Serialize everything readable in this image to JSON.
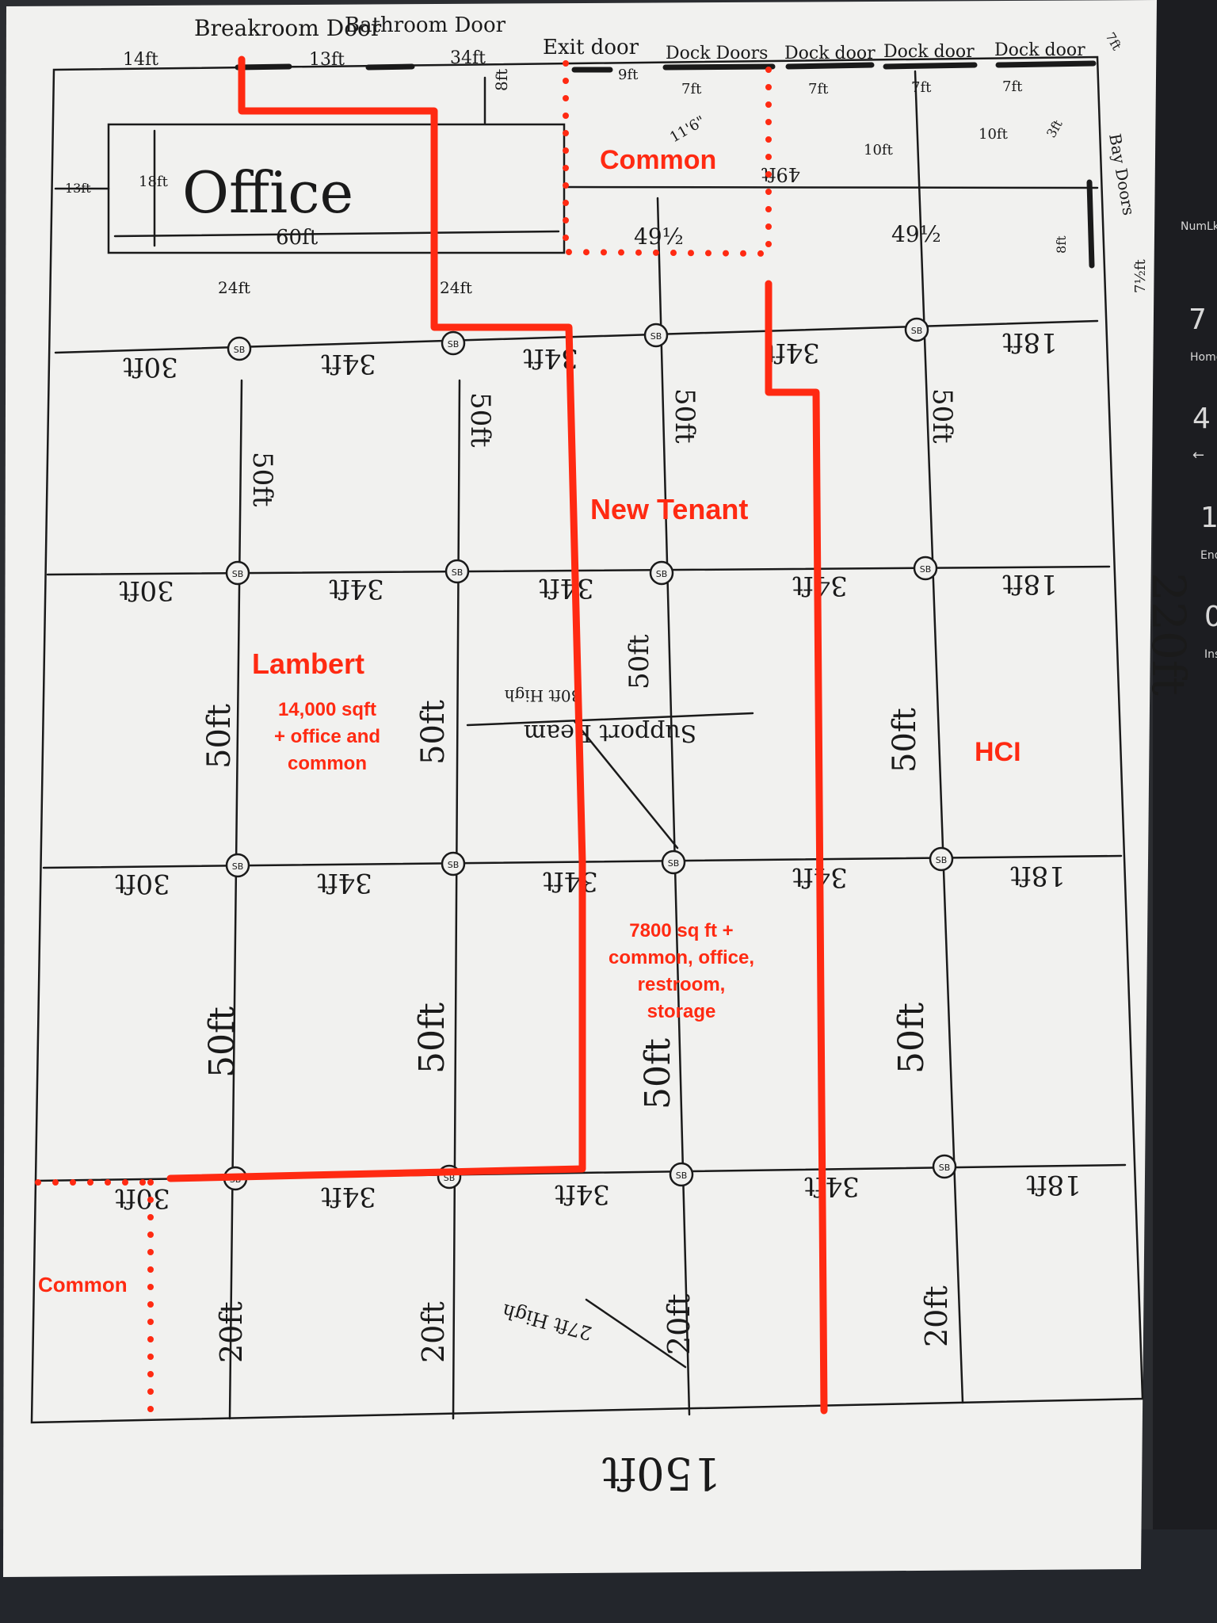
{
  "plan": {
    "header_labels": {
      "breakroom_door": "Breakroom Door",
      "bathroom_door": "Bathroom Door",
      "exit_door": "Exit door",
      "dock_doors": "Dock Doors",
      "dock_door_1": "Dock door",
      "dock_door_2": "Dock door",
      "dock_door_3": "Dock door",
      "bay_doors": "Bay Doors"
    },
    "top_dims": {
      "d14": "14ft",
      "d13a": "13ft",
      "d34": "34ft",
      "d9": "9ft",
      "d7a": "7ft",
      "d7b": "7ft",
      "d7c": "7ft",
      "d7d": "7ft",
      "d7e": "7ft",
      "d10a": "10ft",
      "d10b": "10ft",
      "d11": "11'6\"",
      "d8v": "8ft",
      "d3": "3ft",
      "d8r": "8ft",
      "d7half": "7½ft"
    },
    "office": {
      "label": "Office",
      "w": "60ft",
      "h": "18ft",
      "left": "13ft"
    },
    "col_labels": {
      "c24a": "24ft",
      "c24b": "24ft",
      "c49a": "49½",
      "c49b": "49½",
      "c49ft": "49ft"
    },
    "row_dims": {
      "r30": "30ft",
      "r34": "34ft",
      "r18": "18ft",
      "v50": "50ft",
      "v20": "20ft"
    },
    "beam": {
      "line1": "Support Beam",
      "line2": "30ft High",
      "h27": "27ft High"
    },
    "sb": "SB",
    "overall": {
      "height": "220ft",
      "width": "150ft"
    }
  },
  "overlay": {
    "common_top": "Common",
    "new_tenant": "New Tenant",
    "lambert": "Lambert",
    "lambert_detail_1": "14,000 sqft",
    "lambert_detail_2": "+ office and",
    "lambert_detail_3": "common",
    "hci": "HCI",
    "tenant_detail_1": "7800 sq ft +",
    "tenant_detail_2": "common, office,",
    "tenant_detail_3": "restroom,",
    "tenant_detail_4": "storage",
    "common_bottom": "Common",
    "red_color": "#ff2a12"
  },
  "keyboard": {
    "k1": "NumLk",
    "k2": "7",
    "k3": "Home",
    "k4": "4",
    "k5": "←",
    "k6": "1",
    "k7": "End",
    "k8": "0",
    "k9": "Ins"
  }
}
